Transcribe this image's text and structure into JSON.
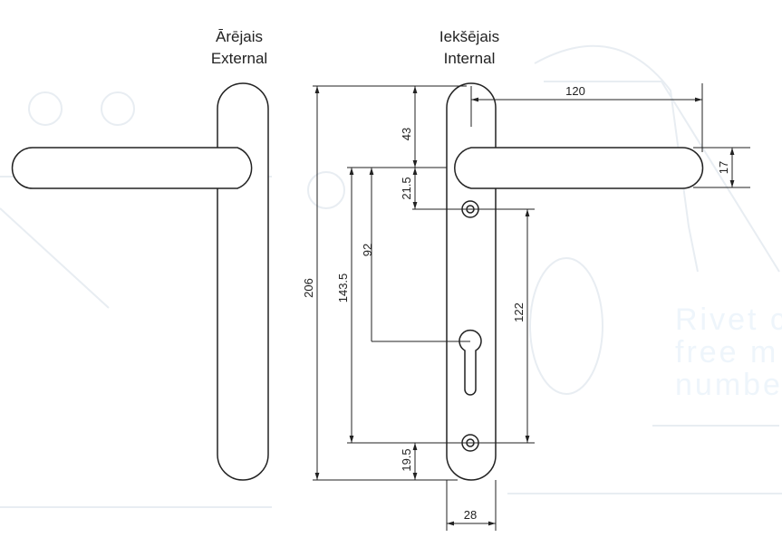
{
  "labels": {
    "external_lv": "Ārējais",
    "external_en": "External",
    "internal_lv": "Iekšējais",
    "internal_en": "Internal"
  },
  "dimensions": {
    "total_height": "206",
    "top_to_lever": "43",
    "lever_to_screw": "21.5",
    "lever_to_screw_bottom": "143.5",
    "lever_to_cylinder": "92",
    "screw_centres": "122",
    "bottom_screw_to_end": "19.5",
    "lever_length": "120",
    "lever_thickness": "17",
    "plate_width": "28"
  },
  "watermark": {
    "line1": "Rivet c",
    "line2": "free m",
    "line3": "numbe"
  },
  "colors": {
    "line": "#222222",
    "watermark": "#e6eef5"
  }
}
